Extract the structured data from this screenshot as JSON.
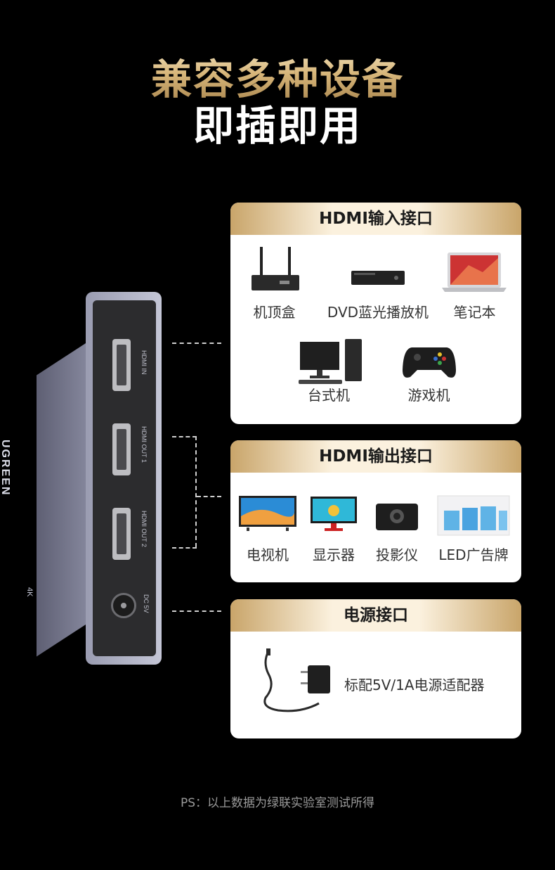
{
  "heading": {
    "line1": "兼容多种设备",
    "line2": "即插即用"
  },
  "device": {
    "brand": "UGREEN",
    "resolution_badge": "4K",
    "ports": [
      "HDMI IN",
      "HDMI OUT 1",
      "HDMI OUT 2",
      "DC 5V"
    ]
  },
  "input_card": {
    "title": "HDMI输入接口",
    "items": [
      {
        "label": "机顶盒",
        "icon": "set-top-box-icon"
      },
      {
        "label": "DVD蓝光播放机",
        "icon": "dvd-player-icon"
      },
      {
        "label": "笔记本",
        "icon": "laptop-icon"
      },
      {
        "label": "台式机",
        "icon": "desktop-pc-icon"
      },
      {
        "label": "游戏机",
        "icon": "game-controller-icon"
      }
    ]
  },
  "output_card": {
    "title": "HDMI输出接口",
    "items": [
      {
        "label": "电视机",
        "icon": "tv-icon"
      },
      {
        "label": "显示器",
        "icon": "monitor-icon"
      },
      {
        "label": "投影仪",
        "icon": "projector-icon"
      },
      {
        "label": "LED广告牌",
        "icon": "led-billboard-icon"
      }
    ]
  },
  "power_card": {
    "title": "电源接口",
    "description": "标配5V/1A电源适配器",
    "icon": "power-adapter-icon"
  },
  "footnote": "PS：以上数据为绿联实验室测试所得",
  "colors": {
    "background": "#000000",
    "gold": "#c9a56a",
    "card": "#ffffff"
  }
}
